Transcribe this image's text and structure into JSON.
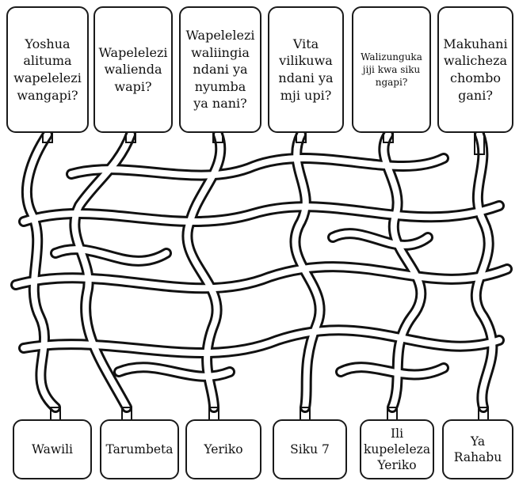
{
  "questions": [
    {
      "text": "Yoshua\nalituma\nwapelelezi\nwangapi?"
    },
    {
      "text": "Wapelelezi\nwalienda\nwapi?"
    },
    {
      "text": "Wapelelezi\nwaliingia\nndani ya\nnyumba\nya nani?"
    },
    {
      "text": "Vita\nvilikuwa\nndani ya\nmji upi?"
    },
    {
      "text": "Walizunguka\njiji kwa siku\nngapi?"
    },
    {
      "text": "Makuhani\nwalicheza\nchombo\ngani?"
    }
  ],
  "answers": [
    {
      "text": "Wawili"
    },
    {
      "text": "Tarumbeta"
    },
    {
      "text": "Yeriko"
    },
    {
      "text": "Siku 7"
    },
    {
      "text": "Ili\nkupeleleza\nYeriko"
    },
    {
      "text": "Ya\nRahabu"
    }
  ]
}
